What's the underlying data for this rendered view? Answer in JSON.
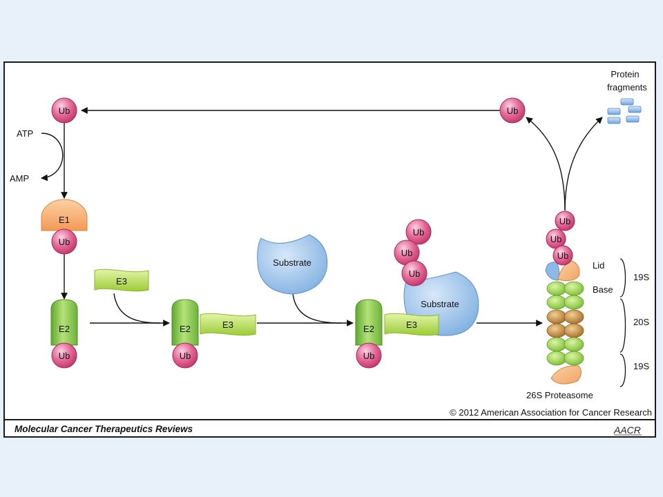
{
  "journal": "Molecular Cancer Therapeutics Reviews",
  "copyright": "© 2012 American Association for Cancer Research",
  "logo_text": "AACR",
  "labels": {
    "ub": "Ub",
    "atp": "ATP",
    "amp": "AMP",
    "e1": "E1",
    "e2": "E2",
    "e3": "E3",
    "substrate": "Substrate",
    "protein": "Protein",
    "fragments": "fragments",
    "lid": "Lid",
    "base": "Base",
    "s19_top": "19S",
    "s20": "20S",
    "s19_bottom": "19S",
    "proteasome": "26S Proteasome"
  },
  "colors": {
    "ubiquitin": "#d9457a",
    "e1": "#f6a86a",
    "e2": "#7fc242",
    "e3": "#b5dc4a",
    "substrate": "#8cb9e6",
    "proteasome_green": "#8fd04a",
    "proteasome_brown": "#c18a3e",
    "fragments": "#8fb8e6"
  }
}
